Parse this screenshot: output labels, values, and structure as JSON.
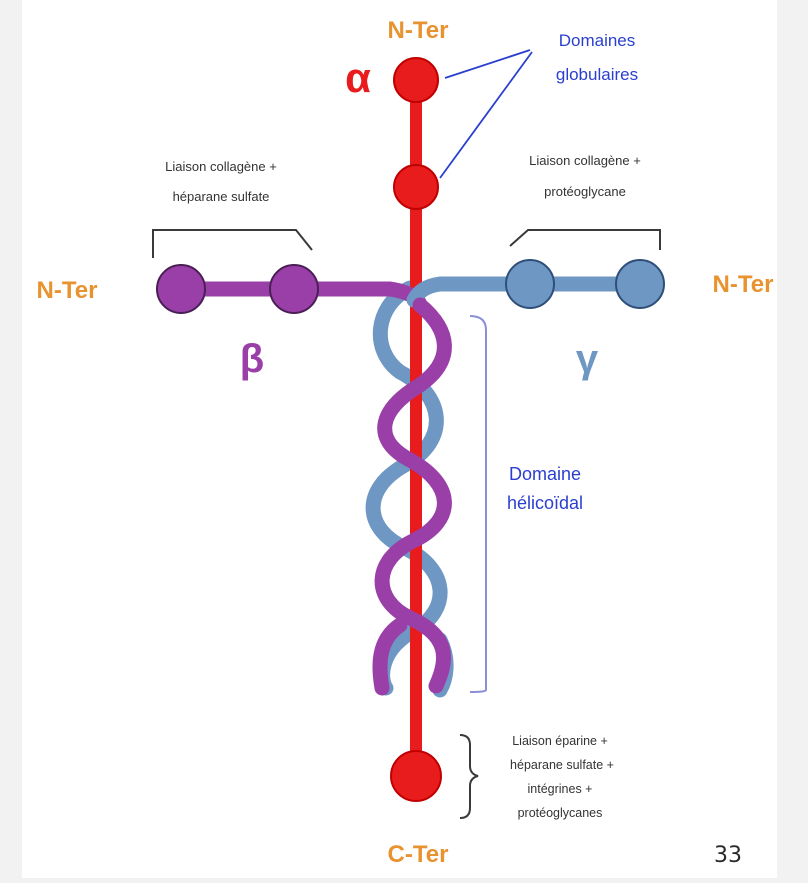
{
  "colors": {
    "alpha": "#e81c1c",
    "beta": "#9a3fa8",
    "gamma": "#6f97c4",
    "terminus_label": "#e8932f",
    "domain_label": "#2a3fd0",
    "note_text": "#333333",
    "bracket": "#3a3a3a",
    "helix_bracket": "#8a8fd6"
  },
  "labels": {
    "alpha_n_ter": "N-Ter",
    "beta_n_ter": "N-Ter",
    "gamma_n_ter": "N-Ter",
    "alpha_c_ter": "C-Ter",
    "alpha_symbol": "α",
    "beta_symbol": "β",
    "gamma_symbol": "γ",
    "globular_domains_line1": "Domaines",
    "globular_domains_line2": "globulaires",
    "helical_domain_line1": "Domaine",
    "helical_domain_line2": "hélicoïdal",
    "beta_binding_line1": "Liaison collagène +",
    "beta_binding_line2": "héparane sulfate",
    "gamma_binding_line1": "Liaison collagène +",
    "gamma_binding_line2": "protéoglycane",
    "cter_binding_line1": "Liaison éparine +",
    "cter_binding_line2": "héparane sulfate +",
    "cter_binding_line3": "intégrines +",
    "cter_binding_line4": "protéoglycanes"
  },
  "page_number": "33"
}
